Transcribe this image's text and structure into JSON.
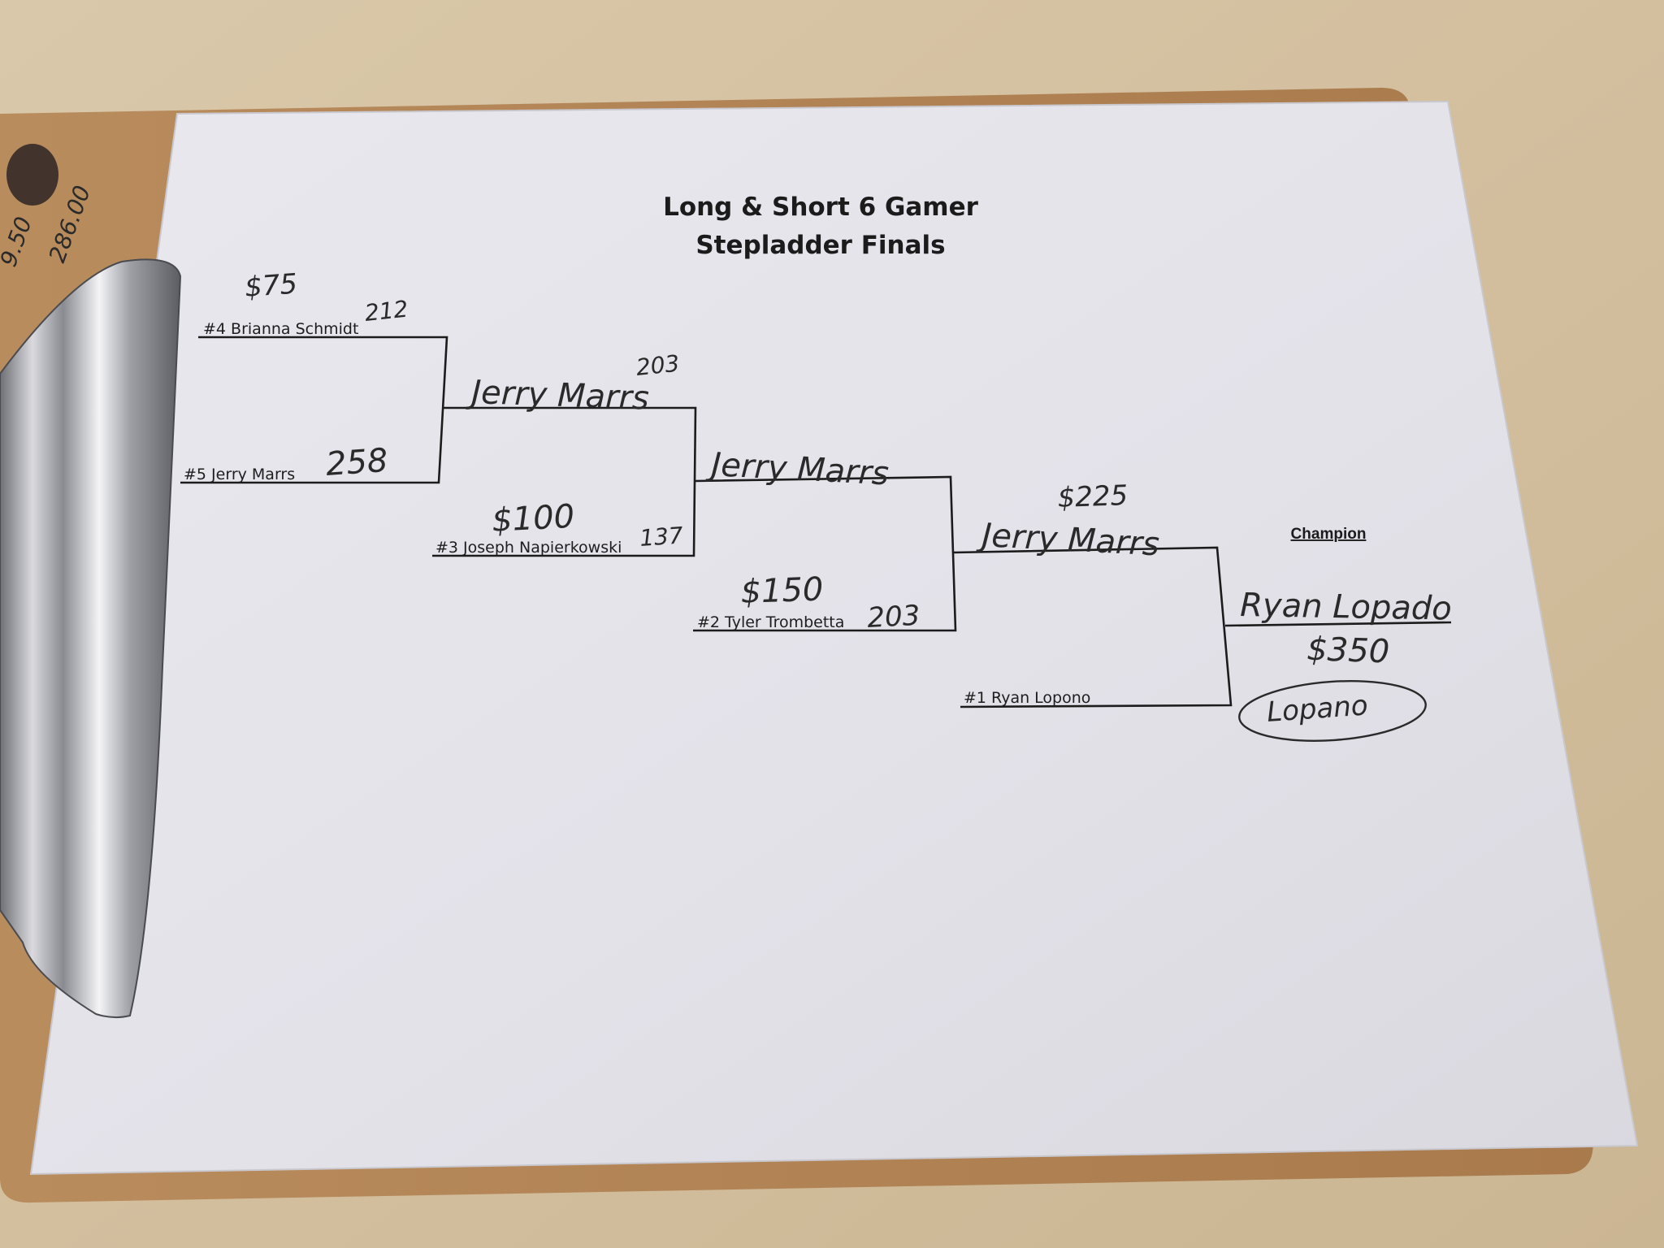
{
  "sheet": {
    "title_line1": "Long & Short 6 Gamer",
    "title_line2": "Stepladder Finals",
    "champion_heading": "Champion"
  },
  "seeds": {
    "seed4": "#4 Brianna Schmidt",
    "seed5": "#5 Jerry Marrs",
    "seed3": "#3 Joseph Napierkowski",
    "seed2": "#2 Tyler Trombetta",
    "seed1": "#1 Ryan Lopono"
  },
  "handwriting": {
    "prize4": "$75",
    "score4": "212",
    "score5": "258",
    "winner1": "Jerry Marrs",
    "winner1_score": "203",
    "prize3": "$100",
    "score3": "137",
    "winner2": "Jerry Marrs",
    "prize2": "$150",
    "score2": "203",
    "prize_runnerup": "$225",
    "winner3": "Jerry Marrs",
    "champion_name": "Ryan Lopado",
    "champion_prize": "$350",
    "circled_name": "Lopano",
    "margin_note_1": "9.50",
    "margin_note_2": "286.00"
  }
}
